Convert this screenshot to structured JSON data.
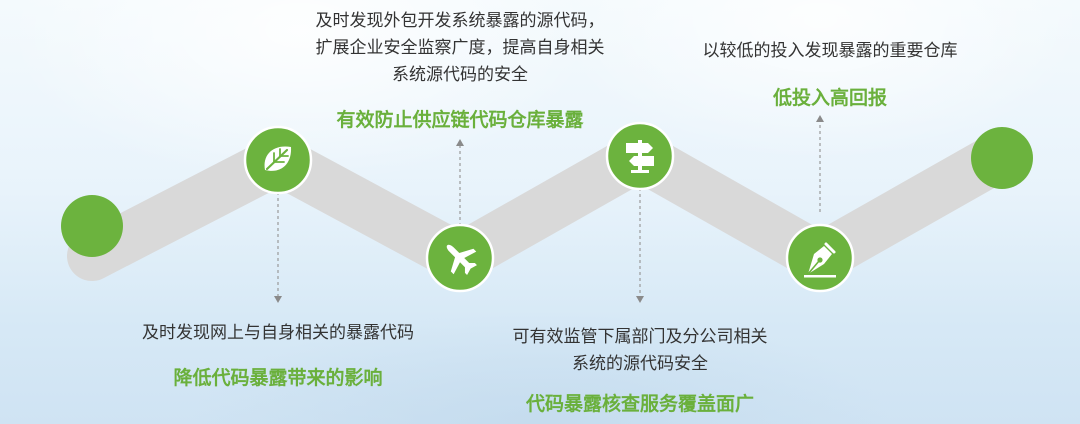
{
  "colors": {
    "accent": "#6cb33e",
    "track": "#d9d9d9",
    "text": "#333333",
    "highlight": "#6ab03c",
    "connector": "#999999"
  },
  "steps": [
    {
      "lines": [
        "及时发现网上与自身相关的暴露代码"
      ],
      "highlight": "降低代码暴露带来的影响",
      "icon": "leaf-icon"
    },
    {
      "lines": [
        "及时发现外包开发系统暴露的源代码，",
        "扩展企业安全监察广度，提高自身相关",
        "系统源代码的安全"
      ],
      "highlight": "有效防止供应链代码仓库暴露",
      "icon": "airplane-icon"
    },
    {
      "lines": [
        "可有效监管下属部门及分公司相关",
        "系统的源代码安全"
      ],
      "highlight": "代码暴露核查服务覆盖面广",
      "icon": "signpost-icon"
    },
    {
      "lines": [
        "以较低的投入发现暴露的重要仓库"
      ],
      "highlight": "低投入高回报",
      "icon": "pen-nib-icon"
    }
  ]
}
